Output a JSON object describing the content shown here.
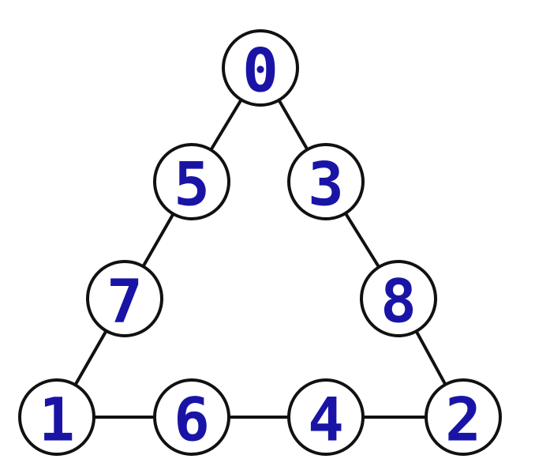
{
  "diagram": {
    "type": "graph",
    "colors": {
      "label": "#1a14a6",
      "stroke": "#111111",
      "node_fill": "#ffffff"
    },
    "nodes": [
      {
        "id": "n0",
        "label": "0"
      },
      {
        "id": "n5",
        "label": "5"
      },
      {
        "id": "n3",
        "label": "3"
      },
      {
        "id": "n7",
        "label": "7"
      },
      {
        "id": "n8",
        "label": "8"
      },
      {
        "id": "n1",
        "label": "1"
      },
      {
        "id": "n6",
        "label": "6"
      },
      {
        "id": "n4",
        "label": "4"
      },
      {
        "id": "n2",
        "label": "2"
      }
    ],
    "edges": [
      {
        "from": "n0",
        "to": "n5"
      },
      {
        "from": "n0",
        "to": "n3"
      },
      {
        "from": "n5",
        "to": "n7"
      },
      {
        "from": "n7",
        "to": "n1"
      },
      {
        "from": "n3",
        "to": "n8"
      },
      {
        "from": "n8",
        "to": "n2"
      },
      {
        "from": "n1",
        "to": "n6"
      },
      {
        "from": "n6",
        "to": "n4"
      },
      {
        "from": "n4",
        "to": "n2"
      }
    ]
  }
}
